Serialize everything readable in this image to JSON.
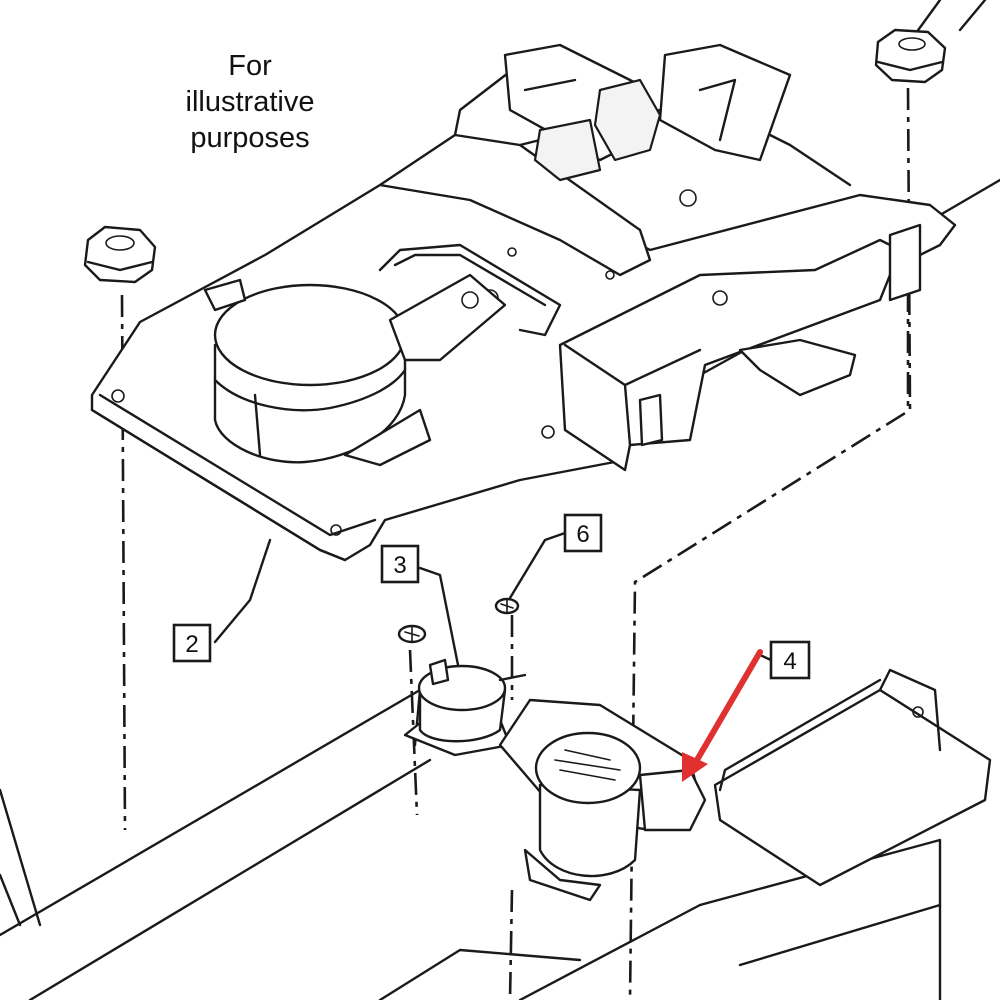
{
  "caption": {
    "lines": [
      "For",
      "illustrative",
      "purposes"
    ]
  },
  "callouts": [
    {
      "id": "callout-2",
      "label": "2"
    },
    {
      "id": "callout-3",
      "label": "3"
    },
    {
      "id": "callout-6",
      "label": "6"
    },
    {
      "id": "callout-4",
      "label": "4"
    }
  ],
  "arrow": {
    "color": "#e03030",
    "target_callout": "4"
  }
}
